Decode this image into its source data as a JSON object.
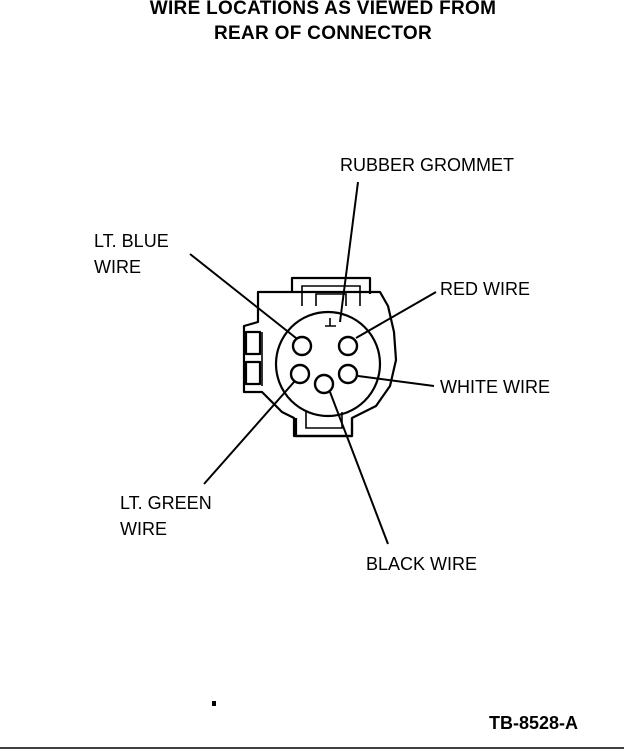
{
  "title": {
    "line1": "WIRE LOCATIONS AS VIEWED FROM",
    "line2": "REAR OF CONNECTOR"
  },
  "labels": {
    "rubber_grommet": "RUBBER GROMMET",
    "lt_blue_line1": "LT. BLUE",
    "lt_blue_line2": "WIRE",
    "red_wire": "RED WIRE",
    "white_wire": "WHITE WIRE",
    "lt_green_line1": "LT. GREEN",
    "lt_green_line2": "WIRE",
    "black_wire": "BLACK WIRE"
  },
  "reference": "TB-8528-A"
}
